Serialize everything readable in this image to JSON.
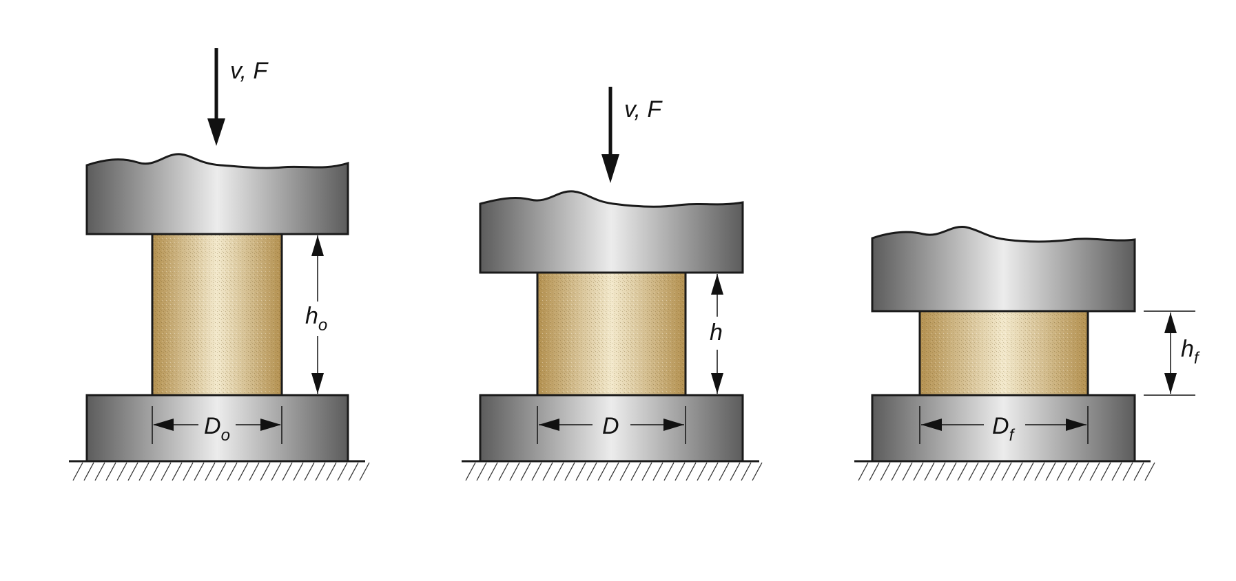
{
  "stages": [
    {
      "force_label": "v, F",
      "height": {
        "var": "h",
        "sub": "o"
      },
      "diameter": {
        "var": "D",
        "sub": "o"
      }
    },
    {
      "force_label": "v, F",
      "height": {
        "var": "h",
        "sub": ""
      },
      "diameter": {
        "var": "D",
        "sub": ""
      }
    },
    {
      "force_label": "",
      "height": {
        "var": "h",
        "sub": "f"
      },
      "diameter": {
        "var": "D",
        "sub": "f"
      }
    }
  ],
  "colors": {
    "die_dark": "#5e5e5e",
    "die_light": "#e6e6e6",
    "billet_dark": "#b99856",
    "billet_light": "#f1e6c6",
    "outline": "#1a1a1a"
  }
}
